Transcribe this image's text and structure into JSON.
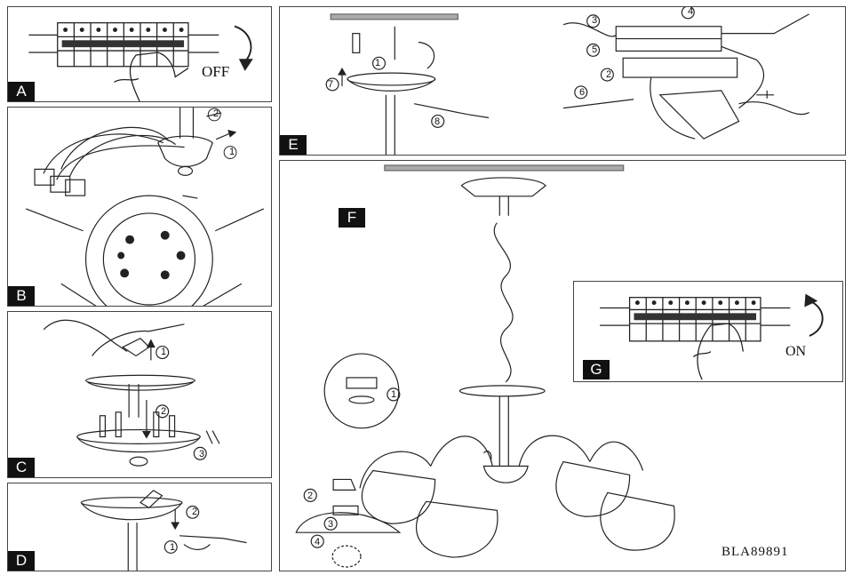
{
  "panels": {
    "A": {
      "label": "A",
      "caption": "OFF"
    },
    "B": {
      "label": "B"
    },
    "C": {
      "label": "C"
    },
    "D": {
      "label": "D"
    },
    "E": {
      "label": "E"
    },
    "F": {
      "label": "F"
    },
    "G": {
      "label": "G",
      "caption": "ON"
    }
  },
  "step_numbers": [
    "1",
    "2",
    "3",
    "4",
    "5",
    "6",
    "7",
    "8"
  ],
  "model_code": "BLA89891",
  "icon_names": [
    "circuit-breaker-icon",
    "hand-icon",
    "rotate-arrow-icon",
    "screwdriver-icon",
    "lamp-shade-icon",
    "bulb-icon",
    "chain-icon",
    "ceiling-canopy-icon",
    "terminal-block-icon",
    "ground-symbol-icon"
  ]
}
